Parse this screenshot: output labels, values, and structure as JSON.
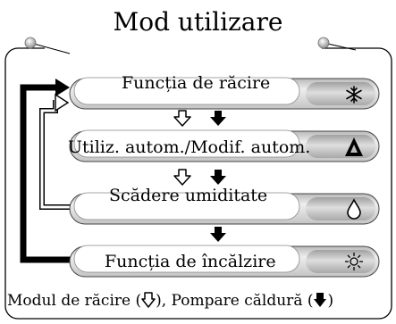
{
  "title": "Mod utilizare",
  "modes": [
    {
      "label": "Funcția de răcire",
      "icon": "snowflake-icon"
    },
    {
      "label": "Utiliz. autom./Modif. autom.",
      "icon": "auto-mode-icon"
    },
    {
      "label": "Scădere umiditate",
      "icon": "water-drop-icon"
    },
    {
      "label": "Funcția de încălzire",
      "icon": "sun-icon"
    }
  ],
  "footer": {
    "cooling_text": "Modul de răcire (",
    "separator_text": "), Pompare căldură (",
    "closing_text": ")"
  },
  "legend": {
    "cooling_arrow": "outline-down-arrow-icon",
    "heatpump_arrow": "solid-down-arrow-icon"
  }
}
